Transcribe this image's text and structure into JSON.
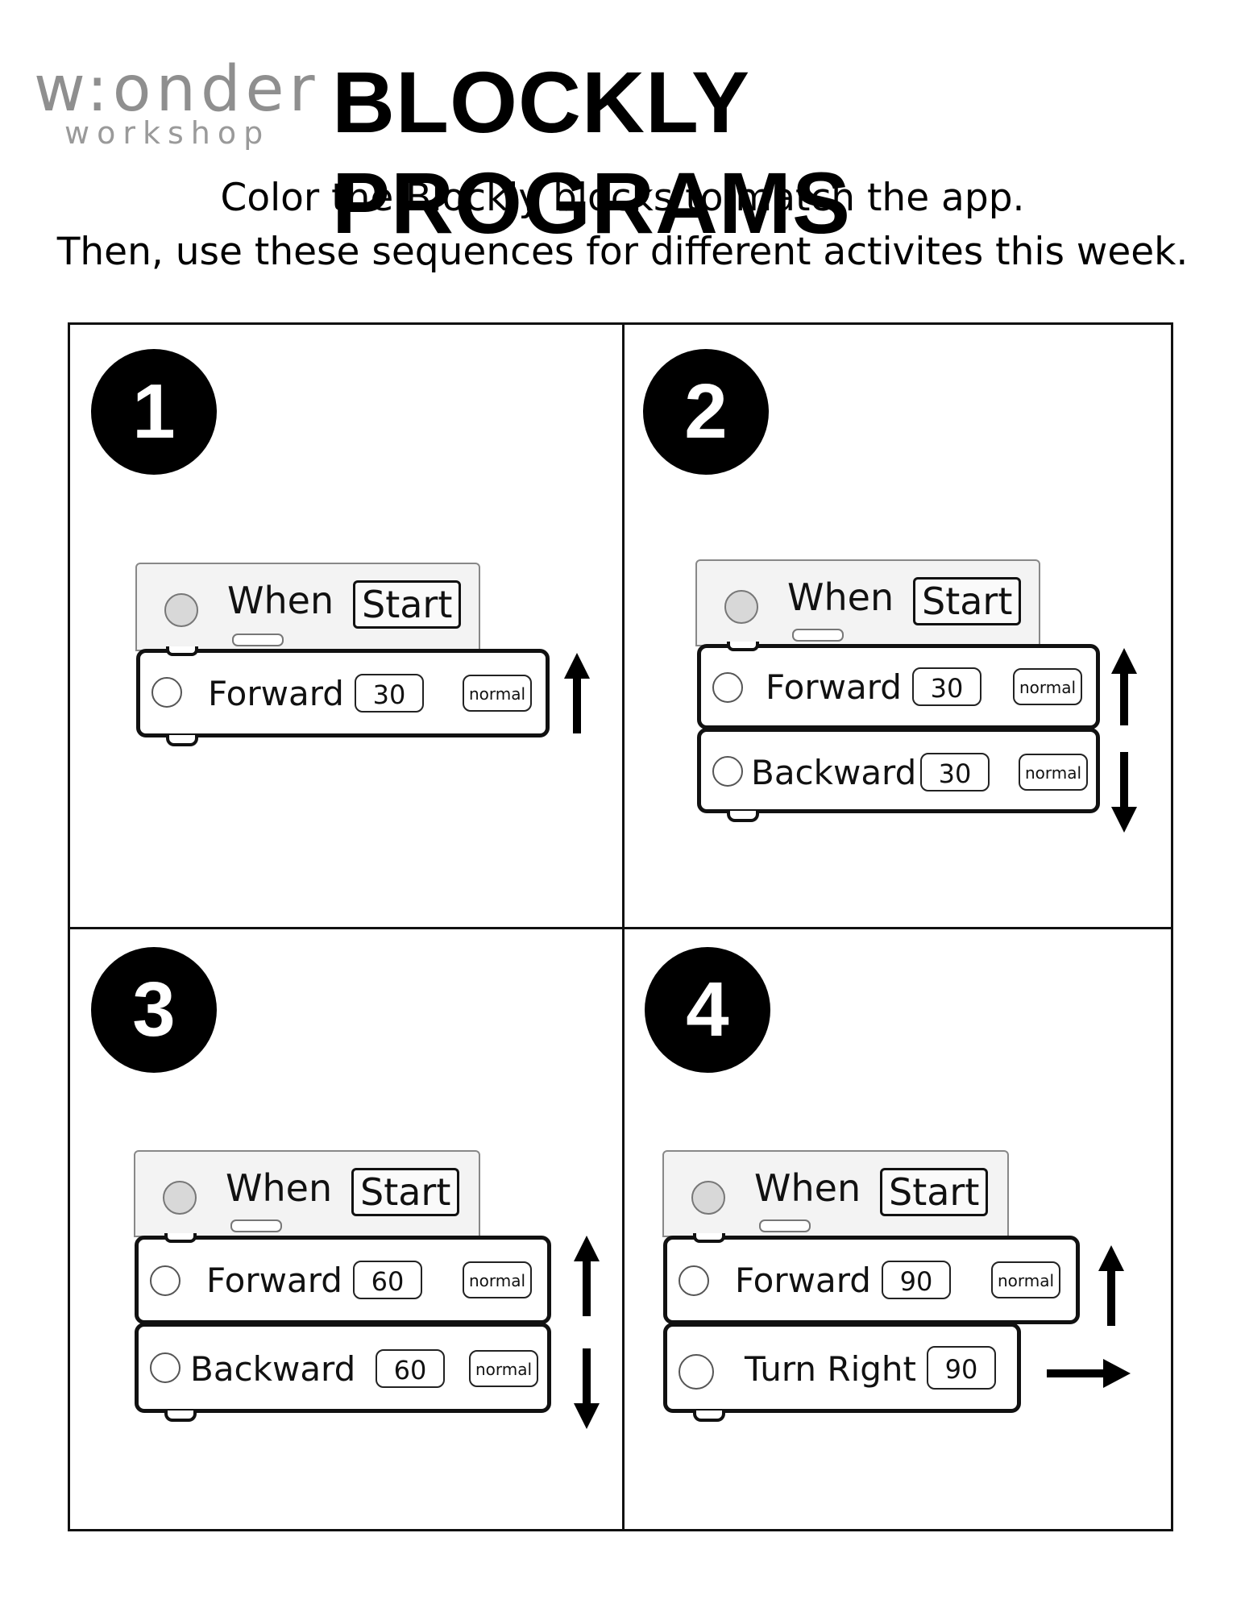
{
  "header": {
    "logo_line1": "w:onder",
    "logo_line2": "workshop",
    "title": "BLOCKLY PROGRAMS",
    "instruction1": "Color the Blockly blocks to match the app.",
    "instruction2": "Then, use these sequences for different activites this week."
  },
  "programs": [
    {
      "number": "1",
      "hat": {
        "when": "When",
        "start": "Start"
      },
      "blocks": [
        {
          "label": "Forward",
          "value": "30",
          "speed": "normal",
          "arrow": "up-arrow-icon"
        }
      ]
    },
    {
      "number": "2",
      "hat": {
        "when": "When",
        "start": "Start"
      },
      "blocks": [
        {
          "label": "Forward",
          "value": "30",
          "speed": "normal",
          "arrow": "up-arrow-icon"
        },
        {
          "label": "Backward",
          "value": "30",
          "speed": "normal",
          "arrow": "down-arrow-icon"
        }
      ]
    },
    {
      "number": "3",
      "hat": {
        "when": "When",
        "start": "Start"
      },
      "blocks": [
        {
          "label": "Forward",
          "value": "60",
          "speed": "normal",
          "arrow": "up-arrow-icon"
        },
        {
          "label": "Backward",
          "value": "60",
          "speed": "normal",
          "arrow": "down-arrow-icon"
        }
      ]
    },
    {
      "number": "4",
      "hat": {
        "when": "When",
        "start": "Start"
      },
      "blocks": [
        {
          "label": "Forward",
          "value": "90",
          "speed": "normal",
          "arrow": "up-arrow-icon"
        },
        {
          "label": "Turn Right",
          "value": "90",
          "arrow": "right-arrow-icon"
        }
      ]
    }
  ]
}
